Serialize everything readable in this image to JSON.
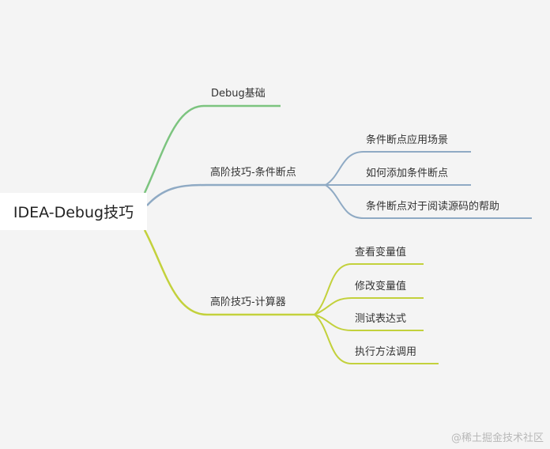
{
  "root": {
    "label": "IDEA-Debug技巧"
  },
  "branches": [
    {
      "label": "Debug基础",
      "color": "#7cc47f",
      "children": []
    },
    {
      "label": "高阶技巧-条件断点",
      "color": "#8faac4",
      "children": [
        {
          "label": "条件断点应用场景"
        },
        {
          "label": "如何添加条件断点"
        },
        {
          "label": "条件断点对于阅读源码的帮助"
        }
      ]
    },
    {
      "label": "高阶技巧-计算器",
      "color": "#c3d13c",
      "children": [
        {
          "label": "查看变量值"
        },
        {
          "label": "修改变量值"
        },
        {
          "label": "测试表达式"
        },
        {
          "label": "执行方法调用"
        }
      ]
    }
  ],
  "watermark": "@稀土掘金技术社区"
}
